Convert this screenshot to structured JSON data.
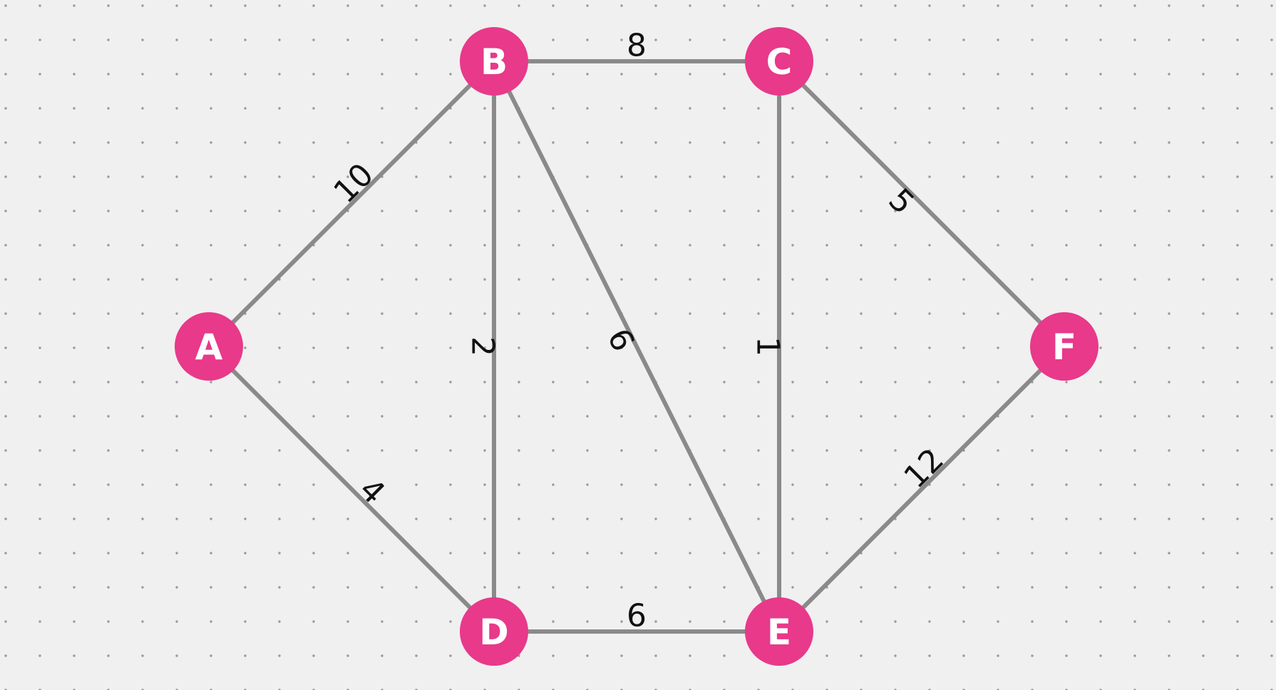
{
  "colors": {
    "node_fill": "#E8398A",
    "edge": "#8A8A8A",
    "node_text": "#FFFFFF",
    "weight_text": "#111111",
    "background": "#F0F0F0",
    "grid_dot": "#9A9A9A"
  },
  "nodes": [
    {
      "id": "A",
      "label": "A"
    },
    {
      "id": "B",
      "label": "B"
    },
    {
      "id": "C",
      "label": "C"
    },
    {
      "id": "D",
      "label": "D"
    },
    {
      "id": "E",
      "label": "E"
    },
    {
      "id": "F",
      "label": "F"
    }
  ],
  "edges": [
    {
      "from": "A",
      "to": "B",
      "weight": "10"
    },
    {
      "from": "A",
      "to": "D",
      "weight": "4"
    },
    {
      "from": "B",
      "to": "C",
      "weight": "8"
    },
    {
      "from": "B",
      "to": "D",
      "weight": "2"
    },
    {
      "from": "B",
      "to": "E",
      "weight": "6"
    },
    {
      "from": "C",
      "to": "E",
      "weight": "1"
    },
    {
      "from": "C",
      "to": "F",
      "weight": "5"
    },
    {
      "from": "D",
      "to": "E",
      "weight": "6"
    },
    {
      "from": "E",
      "to": "F",
      "weight": "12"
    }
  ]
}
